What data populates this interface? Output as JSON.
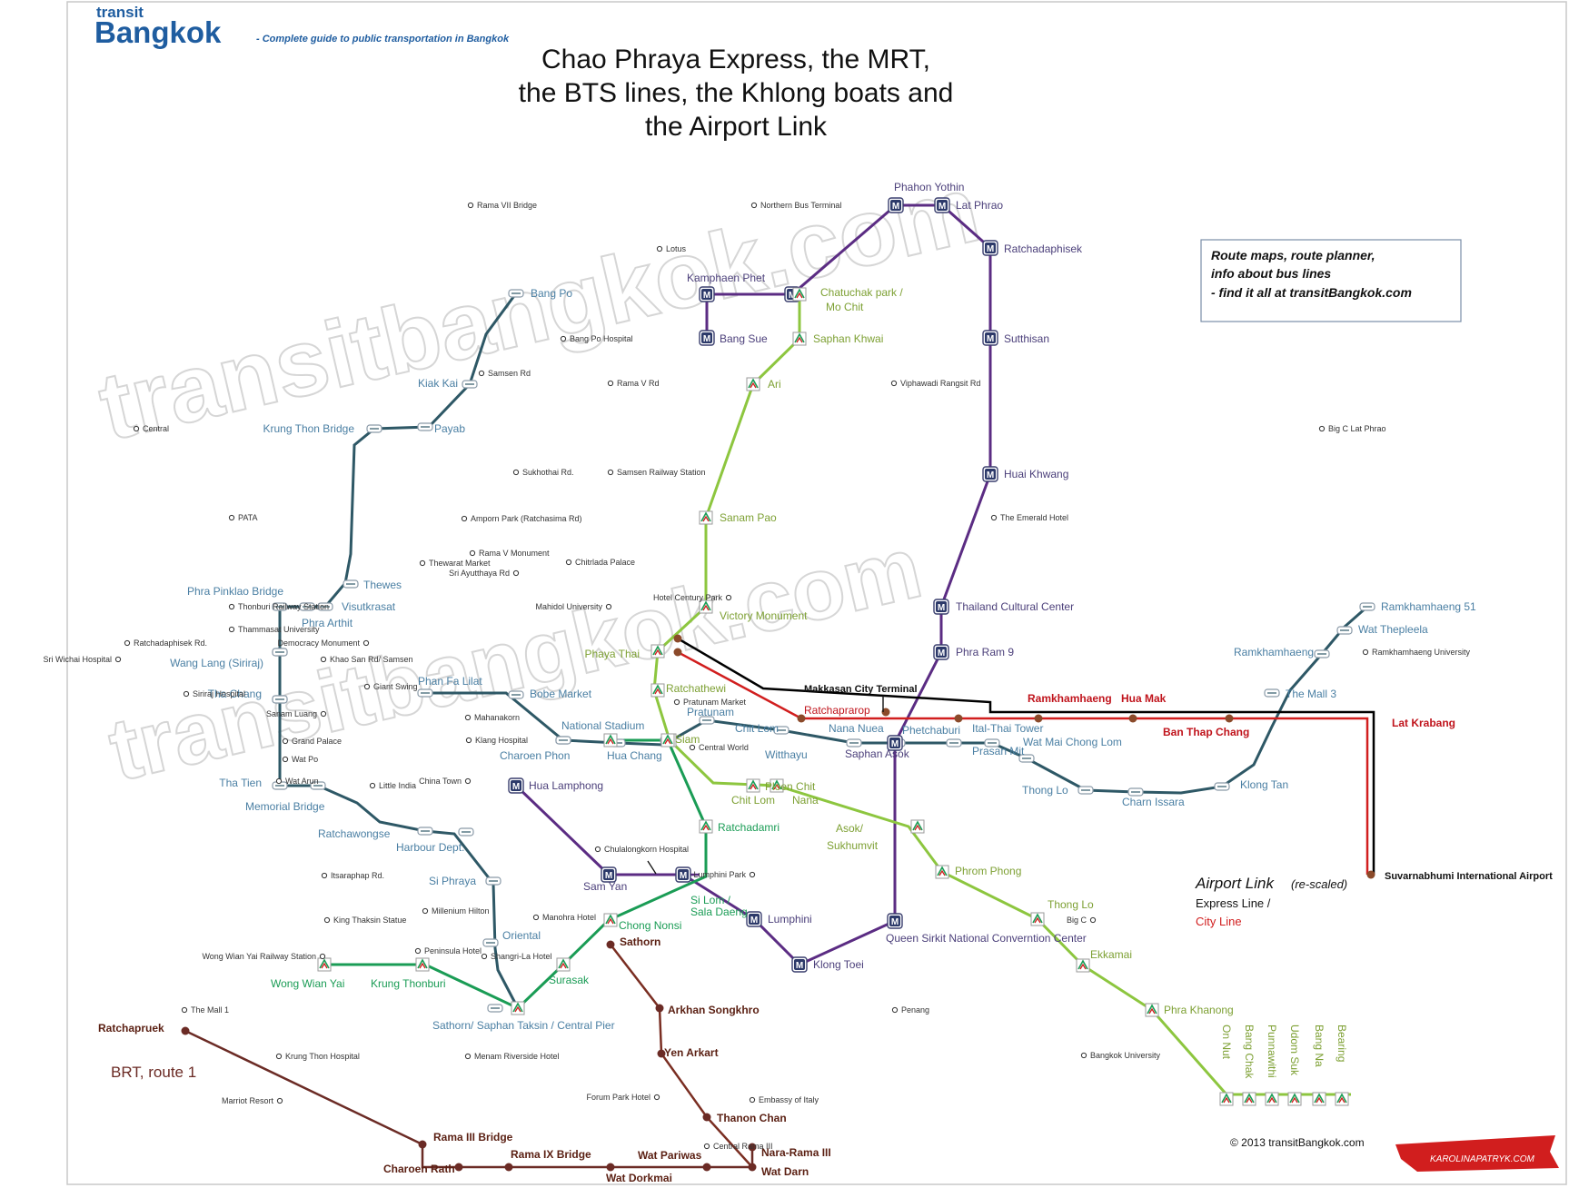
{
  "header": {
    "logo_small": "transit",
    "logo_big": "Bangkok",
    "tagline": "- Complete guide to public transportation in Bangkok",
    "title_lines": [
      "Chao Phraya Express,  the MRT,",
      "the BTS lines, the Khlong boats and",
      "the Airport Link"
    ]
  },
  "watermark": "transitbangkok.com",
  "infobox": {
    "lines": [
      "Route maps, route planner,",
      "info about bus lines",
      "- find it all at transitBangkok.com"
    ]
  },
  "colors": {
    "mrt": "#5b2c83",
    "bts_light": "#8dc63f",
    "bts_dark": "#1a9c55",
    "river": "#2e5866",
    "khlong": "#2e5866",
    "airport_express": "#000000",
    "airport_city": "#d11e1e",
    "brt": "#6b2b25",
    "sathorn_line": "#7a2e22",
    "label_blue": "#4a7fa3",
    "label_green": "#7da033",
    "label_purple": "#4b3f7a",
    "label_brown": "#5a1f12",
    "label_red": "#c0141c"
  },
  "legend": {
    "airport": {
      "title": "Airport Link",
      "rescaled": "(re-scaled)",
      "express": "Express Line /",
      "city": "City Line"
    },
    "brt": "BRT, route 1",
    "copyright": "© 2013  transitBangkok.com",
    "signature": "KAROLINAPATRYK.COM"
  },
  "stations": {
    "river": [
      {
        "name": "Bang Po",
        "anchor": "left"
      },
      {
        "name": "Kiak Kai",
        "anchor": "right"
      },
      {
        "name": "Krung Thon Bridge",
        "anchor": "right"
      },
      {
        "name": "Payab",
        "anchor": "left"
      },
      {
        "name": "Thewes",
        "anchor": "left"
      },
      {
        "name": "Phra Pinklao Bridge",
        "anchor": "right"
      },
      {
        "name": "Visutkrasat",
        "anchor": "left"
      },
      {
        "name": "Phra Arthit",
        "anchor": "left"
      },
      {
        "name": "Wang Lang (Siriraj)",
        "anchor": "right"
      },
      {
        "name": "Tha Chang",
        "anchor": "right"
      },
      {
        "name": "Tha Tien",
        "anchor": "right"
      },
      {
        "name": "Memorial Bridge",
        "anchor": "left"
      },
      {
        "name": "Ratchawongse",
        "anchor": "left"
      },
      {
        "name": "Harbour Dept.",
        "anchor": "left"
      },
      {
        "name": "Si Phraya",
        "anchor": "left"
      },
      {
        "name": "Oriental",
        "anchor": "left"
      },
      {
        "name": "Sathorn/ Saphan Taksin / Central Pier",
        "anchor": "left"
      }
    ],
    "khlong": [
      {
        "name": "Phan Fa Lilat",
        "anchor": "left"
      },
      {
        "name": "Bobe Market",
        "anchor": "left"
      },
      {
        "name": "National Stadium",
        "anchor": "left"
      },
      {
        "name": "Charoen Phon",
        "anchor": "left"
      },
      {
        "name": "Hua Chang",
        "anchor": "left"
      },
      {
        "name": "Pratunam",
        "anchor": "left"
      },
      {
        "name": "Chit Lom",
        "anchor": "left"
      },
      {
        "name": "Witthayu",
        "anchor": "left"
      },
      {
        "name": "Nana Nuea",
        "anchor": "left"
      },
      {
        "name": "Phetchaburi",
        "anchor": "left"
      },
      {
        "name": "Ital-Thai Tower",
        "anchor": "left"
      },
      {
        "name": "Prasan Mit",
        "anchor": "left"
      },
      {
        "name": "Wat Mai Chong Lom",
        "anchor": "left"
      },
      {
        "name": "Thong Lo",
        "anchor": "left"
      },
      {
        "name": "Charn Issara",
        "anchor": "left"
      },
      {
        "name": "Klong Tan",
        "anchor": "left"
      },
      {
        "name": "The Mall 3",
        "anchor": "left"
      },
      {
        "name": "Ramkhamhaeng",
        "anchor": "left"
      },
      {
        "name": "Wat Thepleela",
        "anchor": "left"
      },
      {
        "name": "Ramkhamhaeng 51",
        "anchor": "left"
      }
    ],
    "mrt": [
      {
        "name": "Phahon Yothin",
        "anchor": "left"
      },
      {
        "name": "Lat Phrao",
        "anchor": "left"
      },
      {
        "name": "Ratchadaphisek",
        "anchor": "left"
      },
      {
        "name": "Kamphaen Phet",
        "anchor": "left"
      },
      {
        "name": "Bang Sue",
        "anchor": "left"
      },
      {
        "name": "Sutthisan",
        "anchor": "left"
      },
      {
        "name": "Huai Khwang",
        "anchor": "left"
      },
      {
        "name": "Thailand Cultural Center",
        "anchor": "left"
      },
      {
        "name": "Phra Ram 9",
        "anchor": "left"
      },
      {
        "name": "Hua Lamphong",
        "anchor": "left"
      },
      {
        "name": "Sam Yan",
        "anchor": "left"
      },
      {
        "name": "Lumphini",
        "anchor": "left"
      },
      {
        "name": "Klong Toei",
        "anchor": "left"
      },
      {
        "name": "Queen Sirkit National Converntion Center",
        "anchor": "left"
      },
      {
        "name": "Saphan Asok",
        "anchor": "left"
      }
    ],
    "bts_light": [
      {
        "name": "Chatuchak park /",
        "anchor": "left"
      },
      {
        "name": "Mo Chit",
        "anchor": "left"
      },
      {
        "name": "Saphan Khwai",
        "anchor": "left"
      },
      {
        "name": "Ari",
        "anchor": "left"
      },
      {
        "name": "Sanam Pao",
        "anchor": "left"
      },
      {
        "name": "Victory Monument",
        "anchor": "left"
      },
      {
        "name": "Phaya Thai",
        "anchor": "right"
      },
      {
        "name": "Ratchathewi",
        "anchor": "left"
      },
      {
        "name": "Siam",
        "anchor": "left"
      },
      {
        "name": "Chit Lom",
        "anchor": "left"
      },
      {
        "name": "Ploen Chit",
        "anchor": "left"
      },
      {
        "name": "Nana",
        "anchor": "left"
      },
      {
        "name": "Asok/",
        "anchor": "left"
      },
      {
        "name": "Sukhumvit",
        "anchor": "left"
      },
      {
        "name": "Phrom Phong",
        "anchor": "left"
      },
      {
        "name": "Thong Lo",
        "anchor": "left"
      },
      {
        "name": "Ekkamai",
        "anchor": "left"
      },
      {
        "name": "Phra Khanong",
        "anchor": "left"
      }
    ],
    "bts_vertical": [
      "On Nut",
      "Bang Chak",
      "Punnawithi",
      "Udom Suk",
      "Bang Na",
      "Bearing"
    ],
    "bts_dark": [
      {
        "name": "Ratchadamri",
        "anchor": "left"
      },
      {
        "name": "Si Lom /",
        "anchor": "left"
      },
      {
        "name": "Sala Daeng",
        "anchor": "left"
      },
      {
        "name": "Chong Nonsi",
        "anchor": "left"
      },
      {
        "name": "Surasak",
        "anchor": "left"
      },
      {
        "name": "Krung Thonburi",
        "anchor": "left"
      },
      {
        "name": "Wong Wian Yai",
        "anchor": "left"
      }
    ],
    "airport": [
      {
        "name": "Makkasan City Terminal",
        "anchor": "left"
      },
      {
        "name": "Ratchaprarop",
        "anchor": "left"
      },
      {
        "name": "Ramkhamhaeng",
        "anchor": "left"
      },
      {
        "name": "Hua Mak",
        "anchor": "left"
      },
      {
        "name": "Ban Thap Chang",
        "anchor": "left"
      },
      {
        "name": "Lat Krabang",
        "anchor": "left"
      },
      {
        "name": "Suvarnabhumi International Airport",
        "anchor": "left"
      }
    ],
    "brt": [
      {
        "name": "Ratchapruek",
        "anchor": "left"
      },
      {
        "name": "Rama III Bridge",
        "anchor": "left"
      },
      {
        "name": "Charoen Rath",
        "anchor": "left"
      },
      {
        "name": "Rama IX Bridge",
        "anchor": "left"
      },
      {
        "name": "Wat Dorkmai",
        "anchor": "left"
      },
      {
        "name": "Wat Pariwas",
        "anchor": "left"
      },
      {
        "name": "Nara-Rama III",
        "anchor": "left"
      },
      {
        "name": "Wat Darn",
        "anchor": "left"
      },
      {
        "name": "Thanon Chan",
        "anchor": "left"
      },
      {
        "name": "Yen Arkart",
        "anchor": "left"
      },
      {
        "name": "Arkhan Songkhro",
        "anchor": "left"
      },
      {
        "name": "Sathorn",
        "anchor": "left"
      }
    ]
  },
  "landmarks": [
    "Rama VII Bridge",
    "Northern Bus Terminal",
    "Lotus",
    "Bang Po Hospital",
    "Samsen Rd",
    "Rama V Rd",
    "Viphawadi Rangsit Rd",
    "Central",
    "Big C Lat Phrao",
    "Sukhothai Rd.",
    "Samsen Railway Station",
    "PATA",
    "Amporn Park (Ratchasima Rd)",
    "The Emerald Hotel",
    "Rama V Monument",
    "Chitrlada Palace",
    "Sri Ayutthaya Rd",
    "Thewarat Market",
    "Thonburi Railway Station",
    "Mahidol University",
    "Hotel Century Park",
    "Thammasat University",
    "Ratchadaphisek Rd.",
    "Democracy Monument",
    "Sri Wichai Hospital",
    "Khao San Rd/ Samsen",
    "Ramkhamhaeng University",
    "Giant Swing",
    "Siriraj Hospital",
    "Sanam Luang",
    "Mahanakorn",
    "Pratunam Market",
    "Grand Palace",
    "Klang Hospital",
    "Central World",
    "Wat Po",
    "Wat Arun",
    "Little India",
    "China Town",
    "Chulalongkorn Hospital",
    "Itsaraphap Rd.",
    "Lumphini Park",
    "Millenium Hilton",
    "King Thaksin  Statue",
    "Manohra Hotel",
    "Big C",
    "Wong Wian Yai Railway Station",
    "Peninsula Hotel",
    "Shangri-La Hotel",
    "The Mall 1",
    "Penang",
    "Krung Thon Hospital",
    "Menam Riverside Hotel",
    "Bangkok University",
    "Marriot Resort",
    "Forum Park Hotel",
    "Embassy of Italy",
    "Central Rama III"
  ]
}
